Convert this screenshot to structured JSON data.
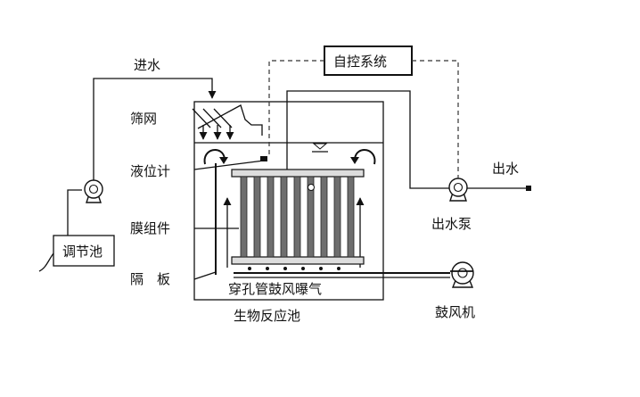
{
  "labels": {
    "inlet": "进水",
    "control_system": "自控系统",
    "screen": "筛网",
    "level_gauge": "液位计",
    "membrane_module": "膜组件",
    "baffle": "隔　板",
    "equalization_tank": "调节池",
    "outlet": "出水",
    "outlet_pump": "出水泵",
    "aeration": "穿孔管鼓风曝气",
    "blower": "鼓风机",
    "bioreactor": "生物反应池"
  },
  "icons": {
    "pump": "pump-icon",
    "blower": "blower-icon",
    "flow_arrow": "arrow-icon",
    "circulation": "circulation-arrow-icon"
  },
  "colors": {
    "line": "#111111",
    "membrane": "#6e6e6e",
    "background": "#ffffff"
  }
}
